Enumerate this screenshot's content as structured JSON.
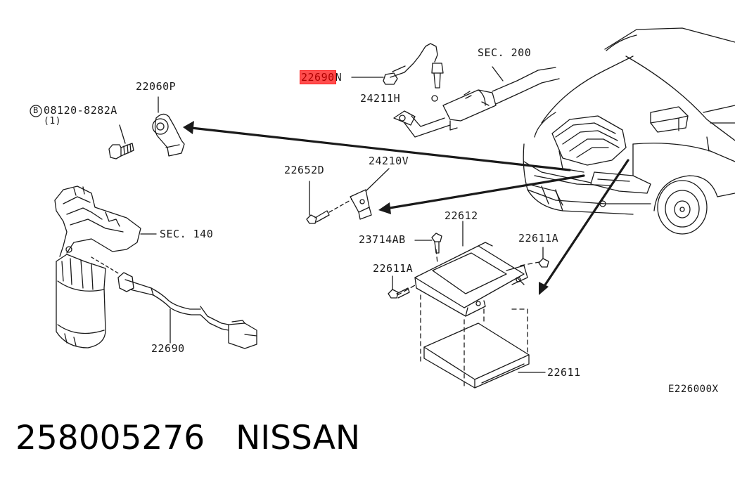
{
  "labels": {
    "bolt_part": "08120-8282A",
    "bolt_qty": "(1)",
    "bolt_circle": "B",
    "sensor_22060p": "22060P",
    "highlighted_part": "22690",
    "highlighted_suffix": "N",
    "part_24211h": "24211H",
    "sec_200": "SEC. 200",
    "part_22652d": "22652D",
    "part_24210v": "24210V",
    "part_22612": "22612",
    "part_23714ab": "23714AB",
    "part_22611a_right": "22611A",
    "part_22611a_left": "22611A",
    "sec_140": "SEC. 140",
    "sensor_22690": "22690",
    "part_22611": "22611",
    "diagram_id": "E226000X"
  },
  "footer": {
    "part_number": "258005276",
    "brand": "NISSAN"
  },
  "colors": {
    "line": "#1a1a1a",
    "highlight": "#ff4d4d"
  }
}
